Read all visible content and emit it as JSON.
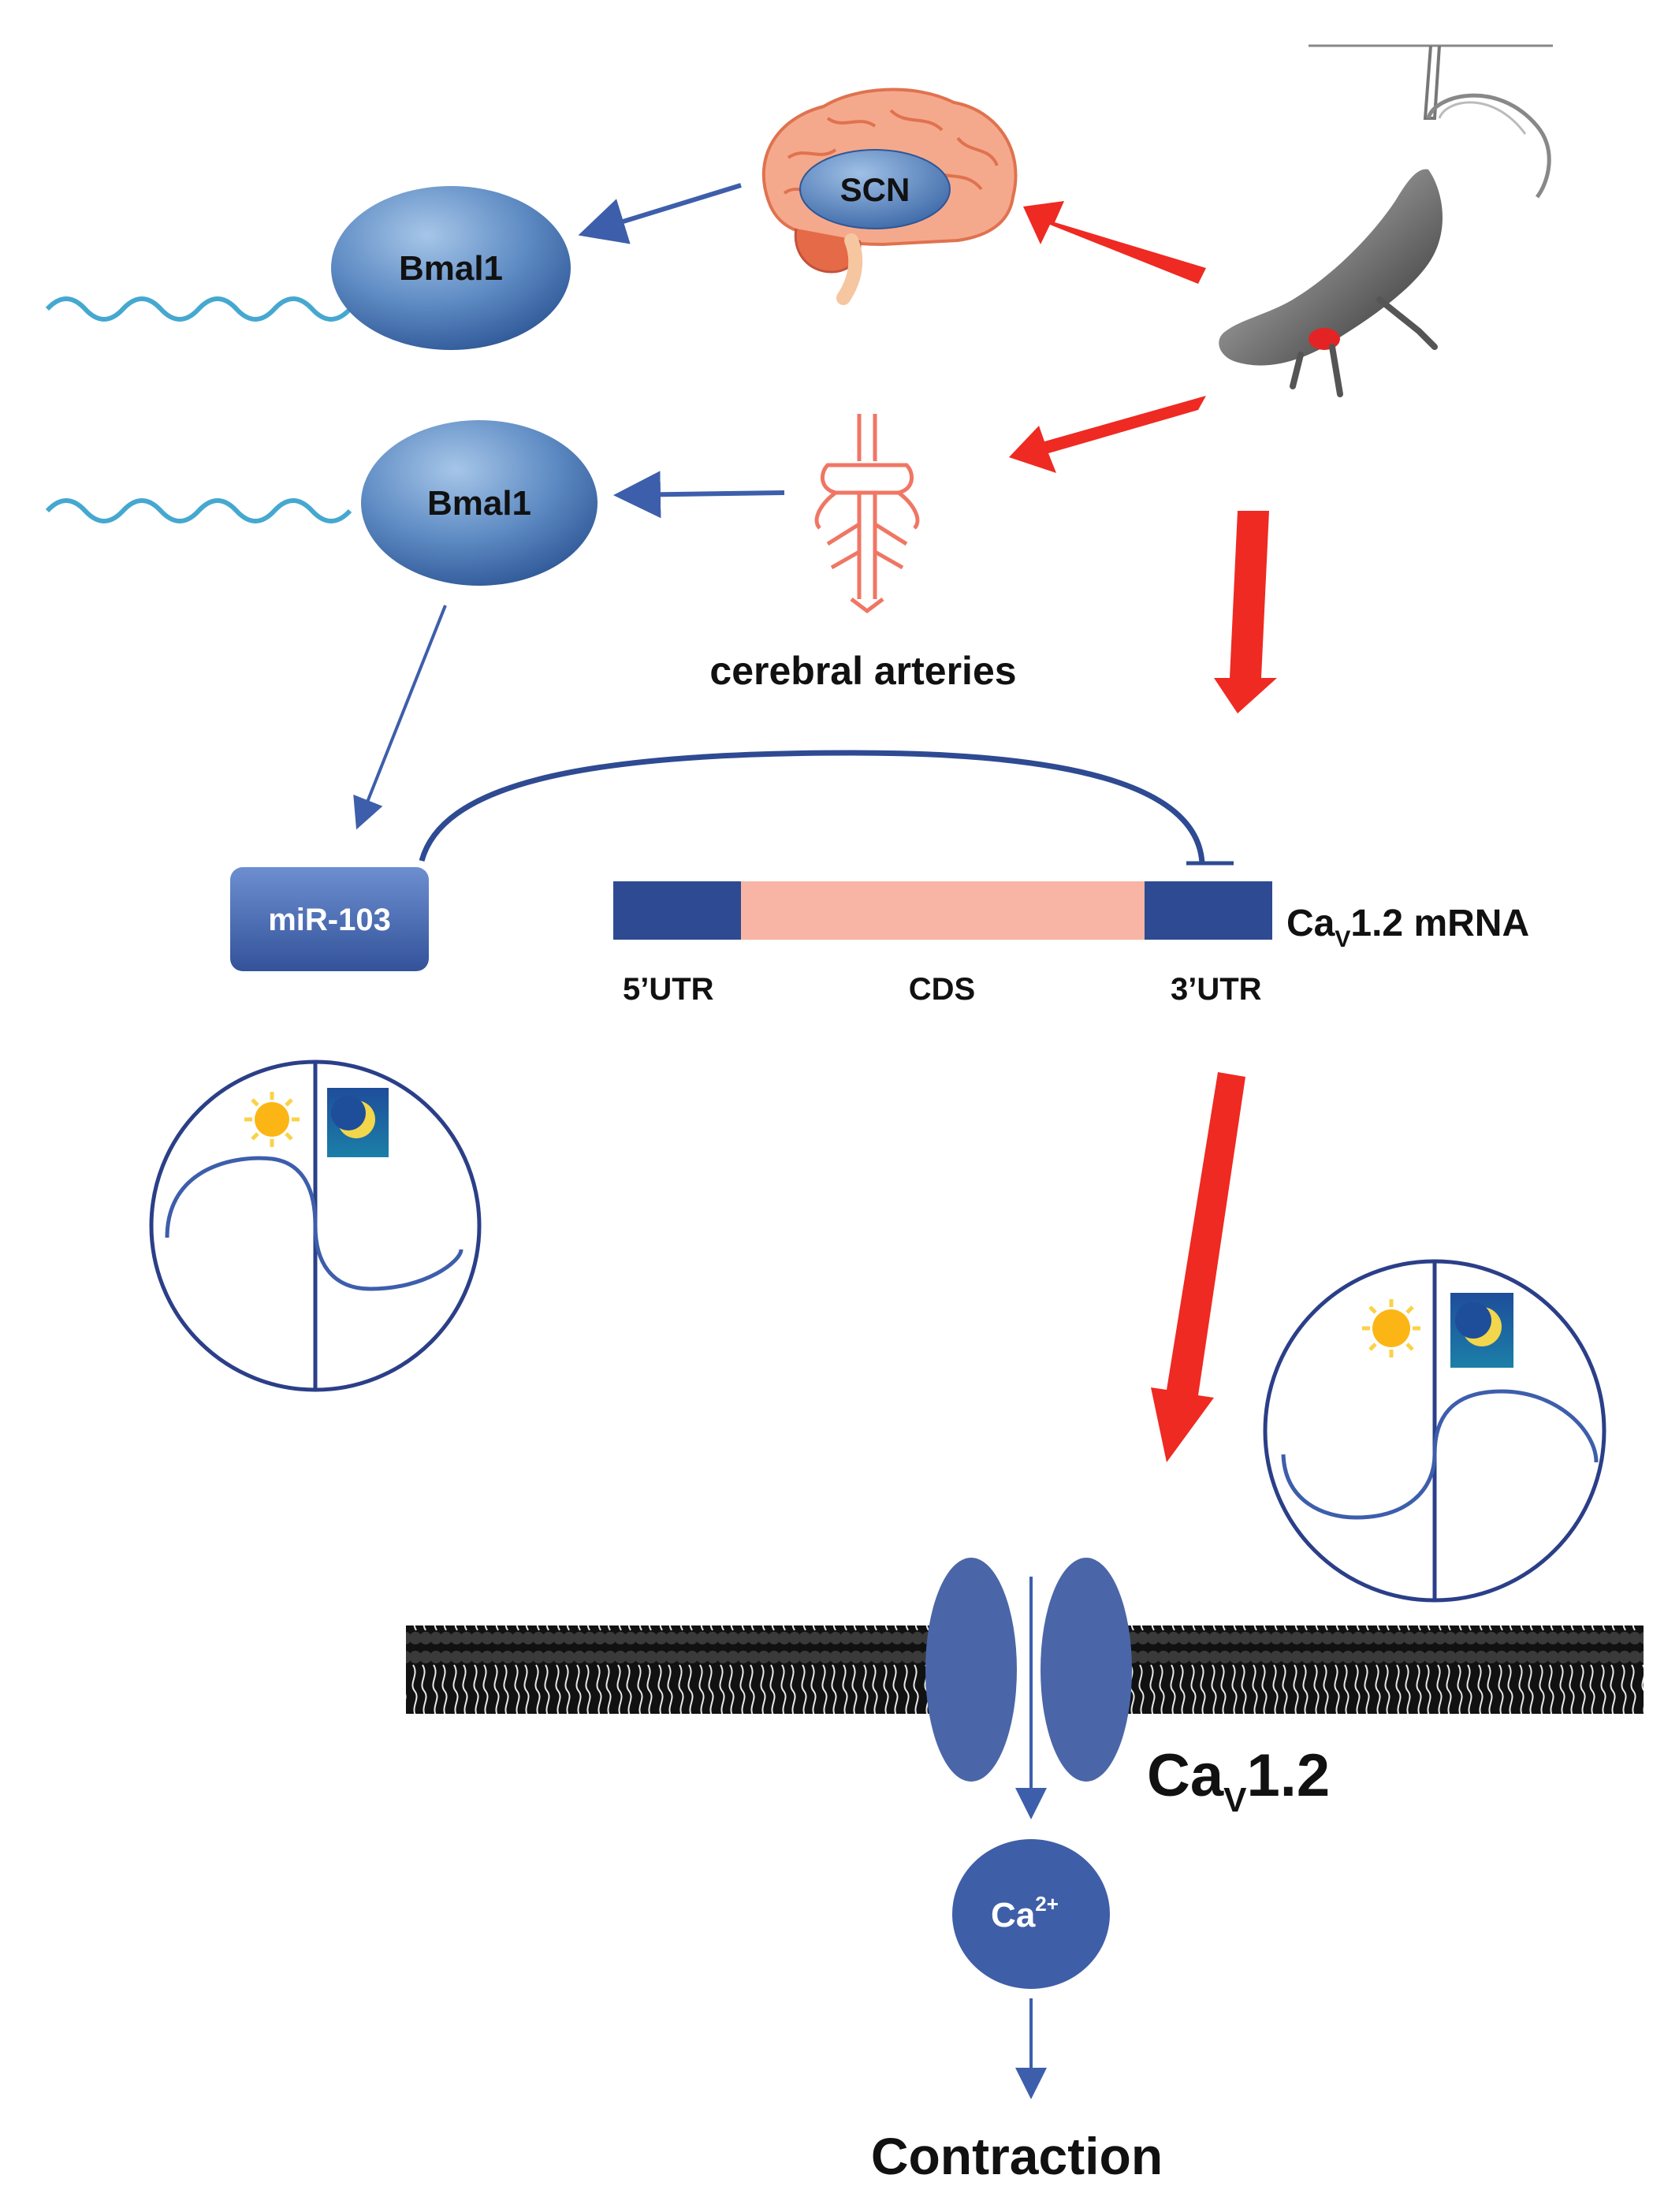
{
  "labels": {
    "scn": "SCN",
    "bmal1_top": "Bmal1",
    "bmal1_bottom": "Bmal1",
    "cerebral_arteries": "cerebral arteries",
    "mir103": "miR-103",
    "utr5": "5’UTR",
    "cds": "CDS",
    "utr3": "3’UTR",
    "cav_mrna_main": "Ca",
    "cav_mrna_sub": "V",
    "cav_mrna_rest": "1.2 mRNA",
    "cav_channel_main": "Ca",
    "cav_channel_sub": "V",
    "cav_channel_rest": "1.2",
    "calcium_main": "Ca",
    "calcium_sup": "2+",
    "contraction": "Contraction"
  },
  "colors": {
    "red_arrow": "#ee2a22",
    "blue_arrow": "#3d5eab",
    "node_blue": "#4f7db8",
    "node_light": "#8fb4dd",
    "wave": "#45a8d0",
    "mrna_dark": "#2e4a92",
    "mrna_cds": "#f8b4a4",
    "circle_line": "#2b3f88",
    "channel": "#4a66a8",
    "brain": "#f28a6a",
    "artery": "#f07664"
  },
  "icons": [
    "brain-icon",
    "rat-icon",
    "cerebral-arteries-icon",
    "sun-icon",
    "moon-icon",
    "lipid-membrane-icon"
  ]
}
